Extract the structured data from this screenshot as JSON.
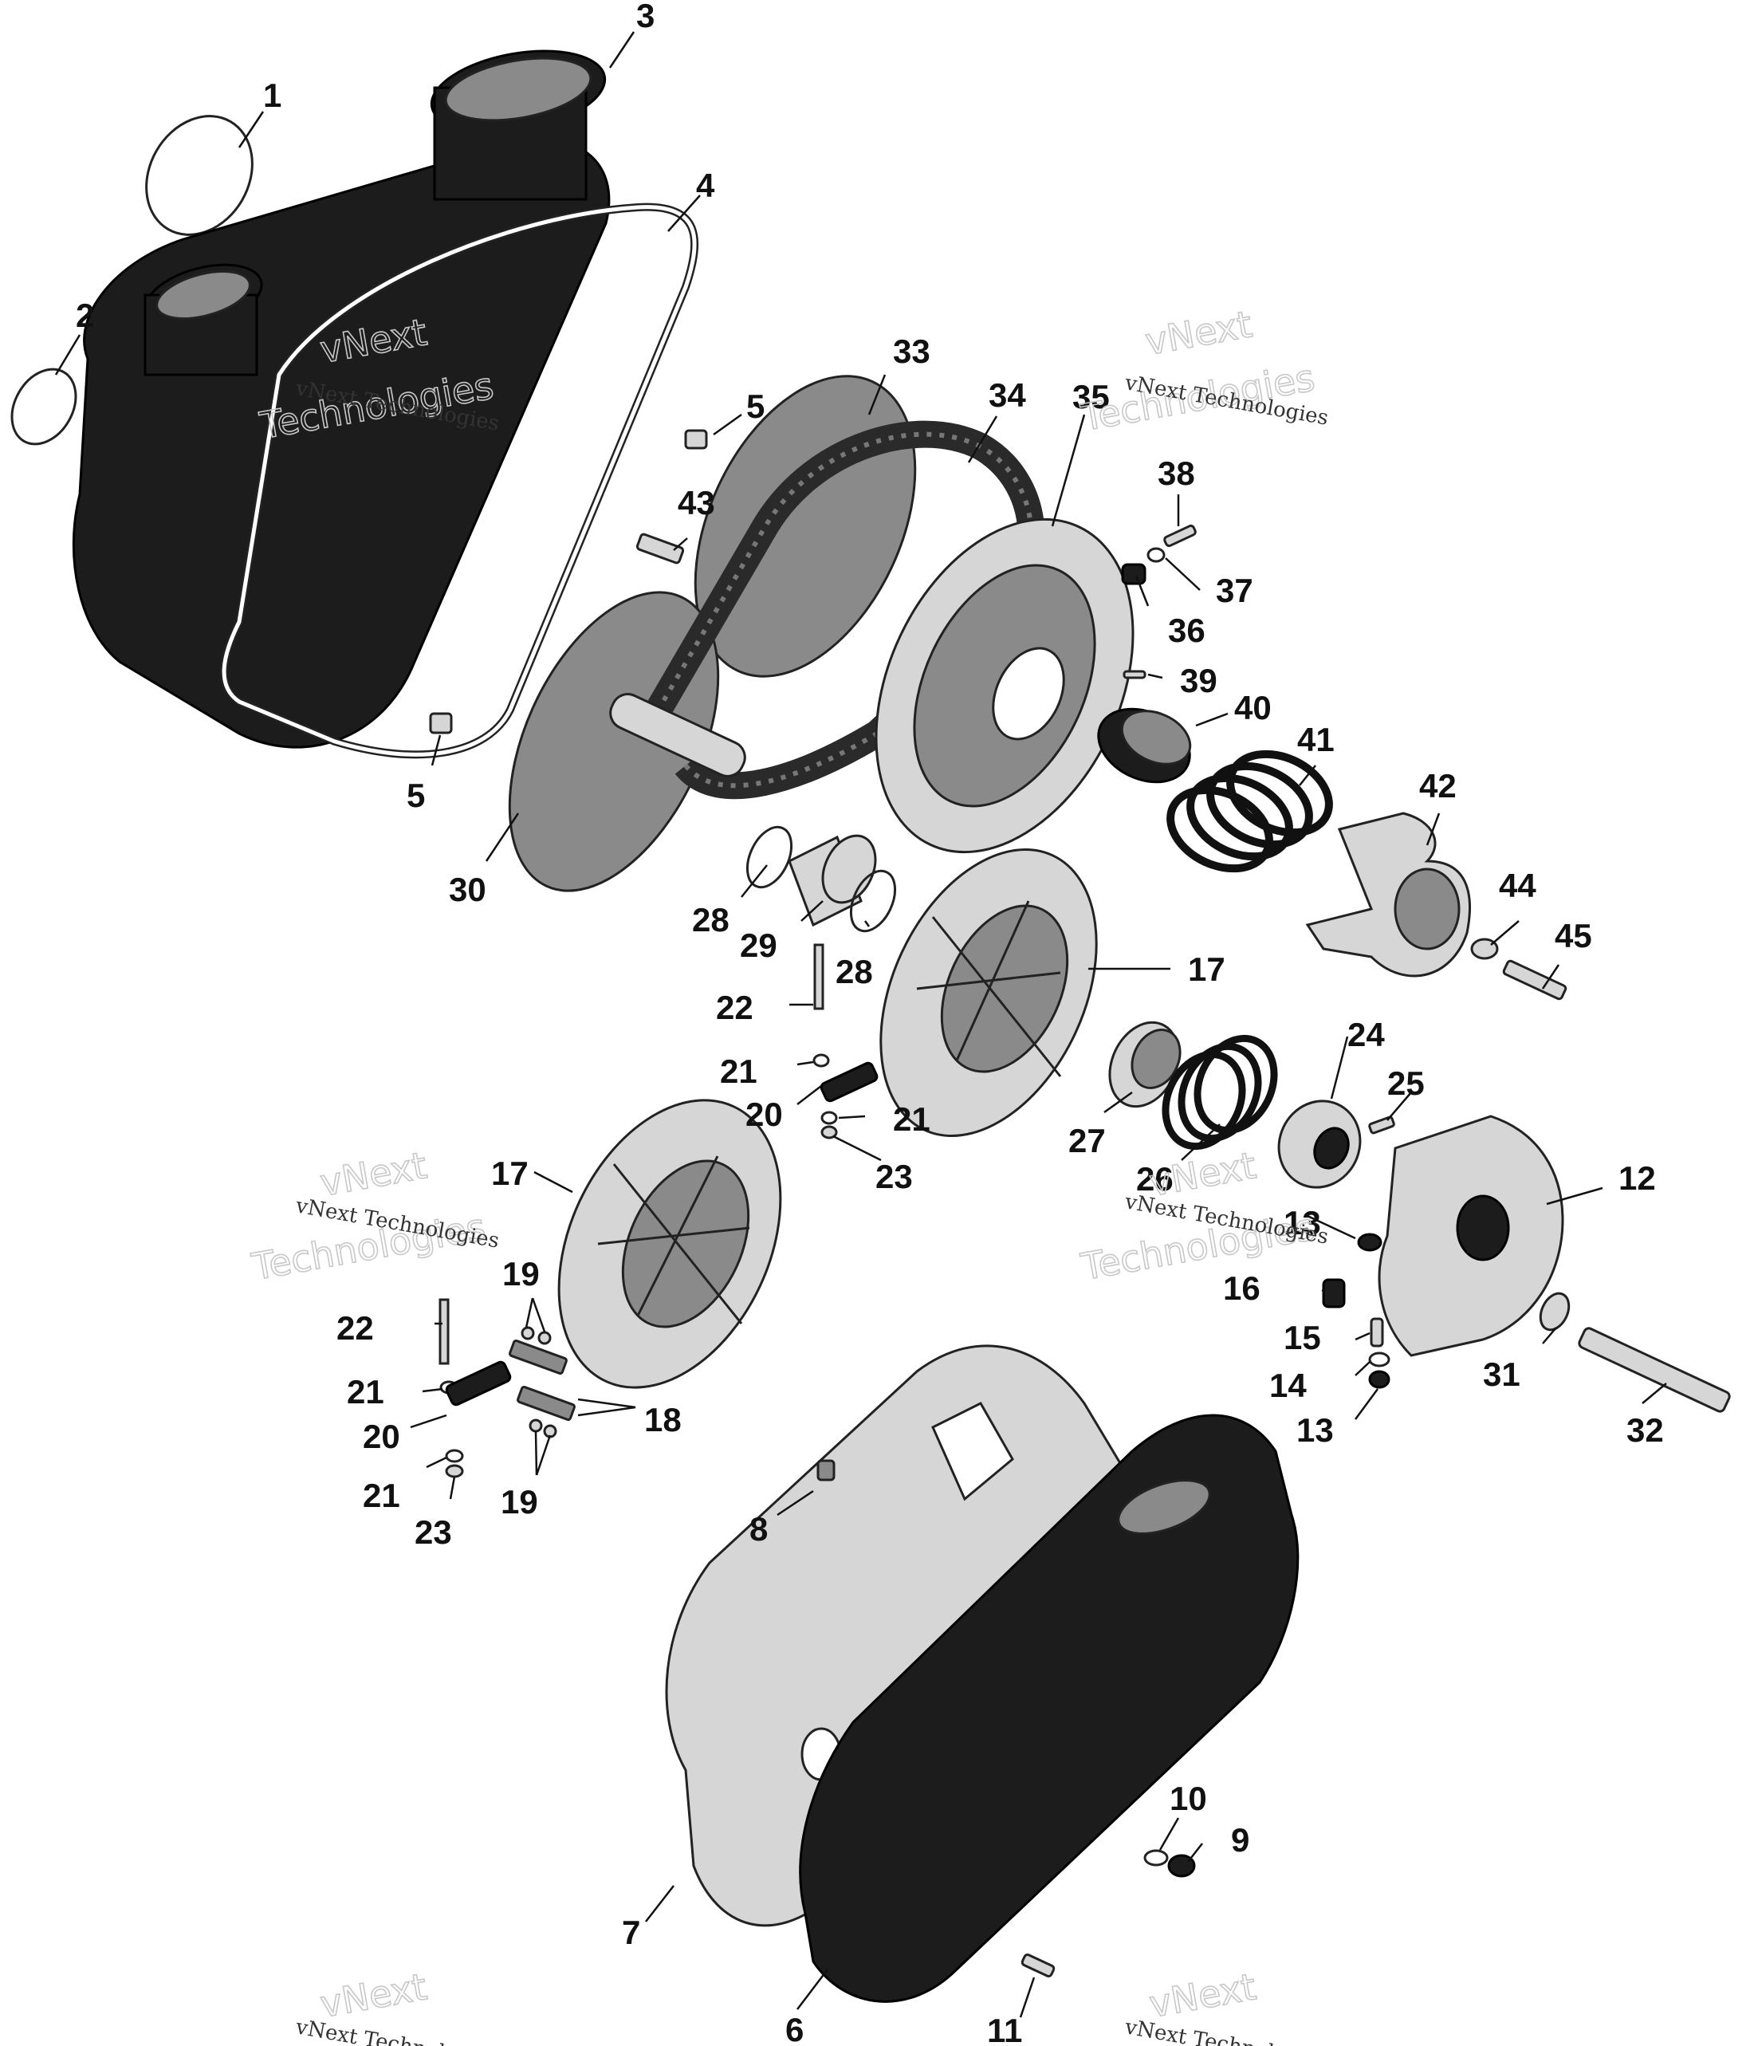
{
  "callouts": [
    {
      "id": "c1",
      "label": "1"
    },
    {
      "id": "c2",
      "label": "2"
    },
    {
      "id": "c3",
      "label": "3"
    },
    {
      "id": "c4",
      "label": "4"
    },
    {
      "id": "c5a",
      "label": "5"
    },
    {
      "id": "c5b",
      "label": "5"
    },
    {
      "id": "c6",
      "label": "6"
    },
    {
      "id": "c7",
      "label": "7"
    },
    {
      "id": "c8",
      "label": "8"
    },
    {
      "id": "c9",
      "label": "9"
    },
    {
      "id": "c10",
      "label": "10"
    },
    {
      "id": "c11",
      "label": "11"
    },
    {
      "id": "c12",
      "label": "12"
    },
    {
      "id": "c13a",
      "label": "13"
    },
    {
      "id": "c13b",
      "label": "13"
    },
    {
      "id": "c14",
      "label": "14"
    },
    {
      "id": "c15",
      "label": "15"
    },
    {
      "id": "c16",
      "label": "16"
    },
    {
      "id": "c17a",
      "label": "17"
    },
    {
      "id": "c17b",
      "label": "17"
    },
    {
      "id": "c18",
      "label": "18"
    },
    {
      "id": "c19a",
      "label": "19"
    },
    {
      "id": "c19b",
      "label": "19"
    },
    {
      "id": "c20a",
      "label": "20"
    },
    {
      "id": "c20b",
      "label": "20"
    },
    {
      "id": "c21a",
      "label": "21"
    },
    {
      "id": "c21b",
      "label": "21"
    },
    {
      "id": "c21c",
      "label": "21"
    },
    {
      "id": "c21d",
      "label": "21"
    },
    {
      "id": "c22a",
      "label": "22"
    },
    {
      "id": "c22b",
      "label": "22"
    },
    {
      "id": "c23a",
      "label": "23"
    },
    {
      "id": "c23b",
      "label": "23"
    },
    {
      "id": "c24",
      "label": "24"
    },
    {
      "id": "c25",
      "label": "25"
    },
    {
      "id": "c26",
      "label": "26"
    },
    {
      "id": "c27",
      "label": "27"
    },
    {
      "id": "c28a",
      "label": "28"
    },
    {
      "id": "c28b",
      "label": "28"
    },
    {
      "id": "c29",
      "label": "29"
    },
    {
      "id": "c30",
      "label": "30"
    },
    {
      "id": "c31",
      "label": "31"
    },
    {
      "id": "c32",
      "label": "32"
    },
    {
      "id": "c33",
      "label": "33"
    },
    {
      "id": "c34",
      "label": "34"
    },
    {
      "id": "c35",
      "label": "35"
    },
    {
      "id": "c36",
      "label": "36"
    },
    {
      "id": "c37",
      "label": "37"
    },
    {
      "id": "c38",
      "label": "38"
    },
    {
      "id": "c39",
      "label": "39"
    },
    {
      "id": "c40",
      "label": "40"
    },
    {
      "id": "c41",
      "label": "41"
    },
    {
      "id": "c42",
      "label": "42"
    },
    {
      "id": "c43",
      "label": "43"
    },
    {
      "id": "c44",
      "label": "44"
    },
    {
      "id": "c45",
      "label": "45"
    }
  ],
  "watermark": {
    "text": "vNext Technologies",
    "logo_line1": "vNext",
    "logo_line2": "Technologies"
  }
}
